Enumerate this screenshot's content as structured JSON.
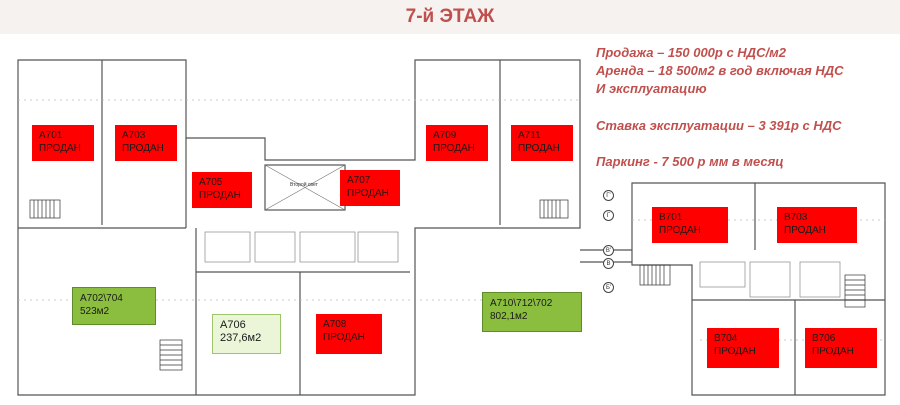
{
  "title": "7-й ЭТАЖ",
  "info": {
    "sale": "Продажа – 150 000р с НДС/м2",
    "rent": "Аренда – 18 500м2 в год включая НДС",
    "rent2": "И эксплуатацию",
    "maintenance": "Ставка эксплуатации – 3 391р с НДС",
    "parking": "Паркинг - 7 500 р мм в месяц"
  },
  "units": [
    {
      "code": "А701",
      "status": "ПРОДАН"
    },
    {
      "code": "А703",
      "status": "ПРОДАН"
    },
    {
      "code": "А705",
      "status": "ПРОДАН"
    },
    {
      "code": "А707",
      "status": "ПРОДАН"
    },
    {
      "code": "А709",
      "status": "ПРОДАН"
    },
    {
      "code": "А711",
      "status": "ПРОДАН"
    },
    {
      "code": "В701",
      "status": "ПРОДАН"
    },
    {
      "code": "В703",
      "status": "ПРОДАН"
    },
    {
      "code": "А702\\704",
      "status": "523м2"
    },
    {
      "code": "А706",
      "status": "237,6м2"
    },
    {
      "code": "А708",
      "status": "ПРОДАН"
    },
    {
      "code": "А710\\712\\702",
      "status": "802,1м2"
    },
    {
      "code": "В704",
      "status": "ПРОДАН"
    },
    {
      "code": "В706",
      "status": "ПРОДАН"
    }
  ],
  "plan_labels": {
    "void": "Второй свет"
  },
  "axes": [
    "Г'",
    "Г",
    "В'",
    "В",
    "Б'"
  ],
  "colors": {
    "title": "#c0504d",
    "sold": "#ff0000",
    "available": "#8bbe3f",
    "available_light": "#ebf5d8",
    "walls": "#555555"
  }
}
